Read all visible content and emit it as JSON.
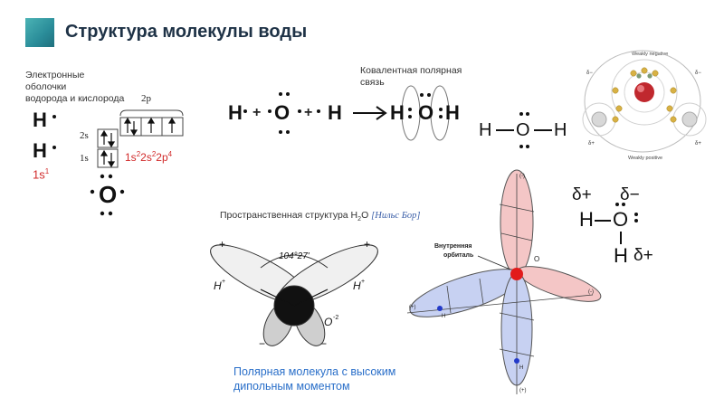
{
  "header": {
    "title": "Структура молекулы воды",
    "accent": "#2a8c99"
  },
  "shells": {
    "heading_line1": "Электронные",
    "heading_line2": "оболочки",
    "heading_line3": "водорода и кислорода",
    "label_2p": "2p",
    "label_2s": "2s",
    "label_1s": "1s",
    "h_config": "1s",
    "h_config_sup": "1",
    "o_config_parts": [
      "1s",
      "2",
      "2s",
      "2",
      "2p",
      "4"
    ],
    "symbol_h": "H",
    "symbol_o": "O"
  },
  "reaction": {
    "caption_line1": "Ковалентная полярная",
    "caption_line2": "связь",
    "h": "H",
    "o": "O",
    "plus": "+",
    "colon": ":",
    "bond": "—"
  },
  "bohr": {
    "caption_prefix": "Пространственная структура H",
    "caption_sub": "2",
    "caption_suffix": "O",
    "caption_bracket": "[Нильс Бор]",
    "angle": "104°27'",
    "h": "H",
    "h_charge": "+",
    "o": "O",
    "o_charge": "-2",
    "plus": "+",
    "minus": "−"
  },
  "dipole": {
    "caption_line1": "Полярная молекула с высоким",
    "caption_line2": "дипольным моментом",
    "delta_plus": "δ+",
    "delta_minus": "δ−",
    "h": "H",
    "o": "O"
  },
  "orbital": {
    "label_line1": "Внутренняя",
    "label_line2": "орбиталь",
    "o": "O",
    "h": "H",
    "minus": "(-)",
    "plus": "(+)"
  },
  "bohr_model": {
    "top_label": "Weakly negative",
    "bottom_label": "Weakly positive",
    "delta_minus": "δ−",
    "delta_plus": "δ+"
  }
}
